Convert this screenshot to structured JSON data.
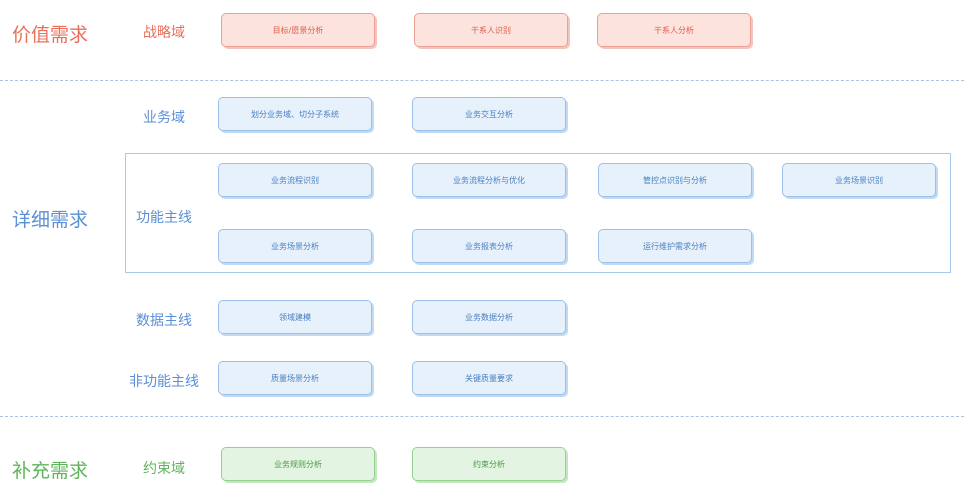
{
  "colors": {
    "value": "#e8705a",
    "detail": "#5b8fd6",
    "supplement": "#5fb45a"
  },
  "categories": {
    "value": "价值需求",
    "detail": "详细需求",
    "supplement": "补充需求"
  },
  "domains": {
    "strategy": "战略域",
    "business": "业务域",
    "function": "功能主线",
    "data": "数据主线",
    "nonfunction": "非功能主线",
    "constraint": "约束域"
  },
  "boxes": {
    "strategy": [
      "目标/愿景分析",
      "干系人识别",
      "干系人分析"
    ],
    "business": [
      "划分业务域、切分子系统",
      "业务交互分析"
    ],
    "function_row1": [
      "业务流程识别",
      "业务流程分析与优化",
      "管控点识别与分析",
      "业务场景识别"
    ],
    "function_row2": [
      "业务场景分析",
      "业务报表分析",
      "运行维护需求分析"
    ],
    "data": [
      "领域建模",
      "业务数据分析"
    ],
    "nonfunction": [
      "质量场景分析",
      "关键质量要求"
    ],
    "constraint": [
      "业务规则分析",
      "约束分析"
    ]
  }
}
